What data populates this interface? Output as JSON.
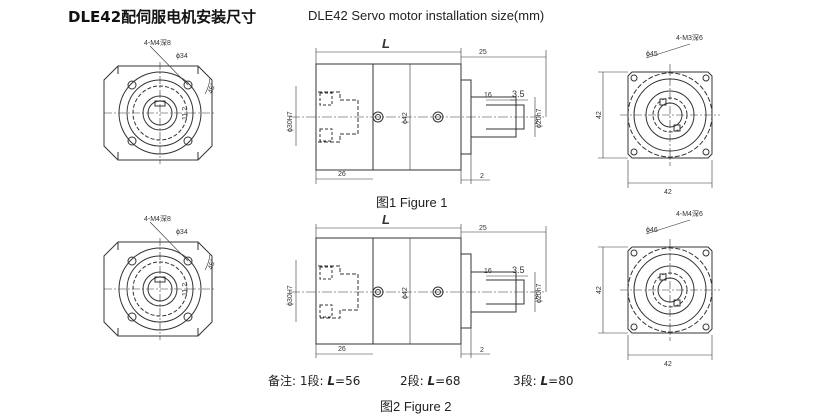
{
  "header": {
    "title_cn": "DLE42配伺服电机安装尺寸",
    "title_en": "DLE42 Servo motor installation size(mm)"
  },
  "figure1": {
    "caption": "图1 Figure 1",
    "front": {
      "holes": "4-M4深8",
      "pcd": "ϕ34",
      "angle": "45°",
      "key": "11.2"
    },
    "side": {
      "length": "L",
      "d25": "25",
      "d16": "16",
      "d35": "3.5",
      "d30h7": "ϕ30H7",
      "d42": "ϕ42",
      "d20h7": "ϕ20h7",
      "d26": "26",
      "d2": "2",
      "d2b": "2"
    },
    "rear": {
      "holes": "4-M3深6",
      "pcd": "ϕ45",
      "w": "42",
      "h": "42"
    }
  },
  "figure2": {
    "caption": "图2 Figure 2",
    "front": {
      "holes": "4-M4深8",
      "pcd": "ϕ34",
      "angle": "45°",
      "key": "11.2"
    },
    "side": {
      "length": "L",
      "d25": "25",
      "d16": "16",
      "d35": "3.5",
      "d30h7": "ϕ30H7",
      "d42": "ϕ42",
      "d20h7": "ϕ20h7",
      "d26": "26",
      "d2": "2",
      "d2b": "2"
    },
    "rear": {
      "holes": "4-M4深6",
      "pcd": "ϕ46",
      "w": "42",
      "h": "42"
    }
  },
  "notes": {
    "prefix": "备注: ",
    "s1": "1段: ",
    "v1": "=56",
    "s2": "2段: ",
    "v2": "=68",
    "s3": "3段: ",
    "v3": "=80",
    "L": "L"
  }
}
